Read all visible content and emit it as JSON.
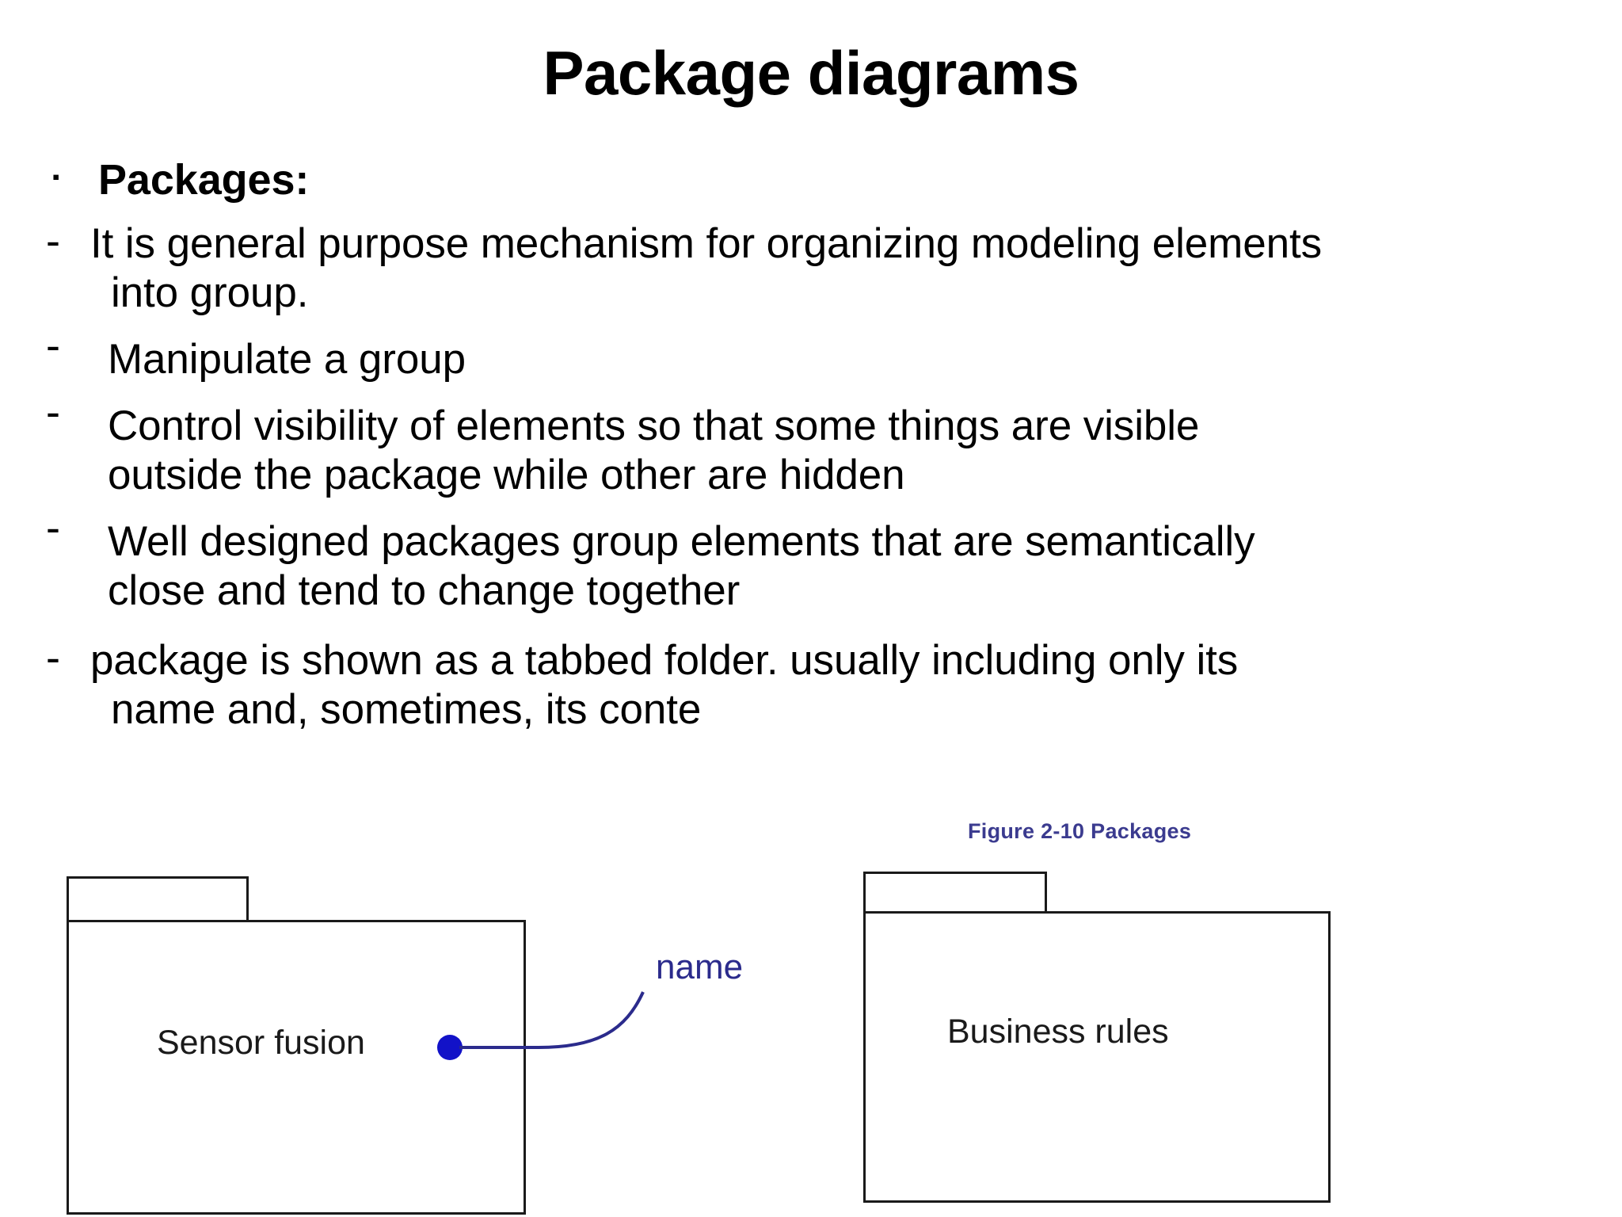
{
  "slide": {
    "title": "Package diagrams"
  },
  "bullets": [
    {
      "marker": "▪",
      "text": "Packages:",
      "bold": true
    },
    {
      "marker": "-",
      "text": "It is general purpose mechanism for organizing modeling elements into group.",
      "bold": false
    },
    {
      "marker": "-",
      "text": "Manipulate a group",
      "bold": false
    },
    {
      "marker": "-",
      "text": "Control visibility of elements so that some things are visible outside  the package while other are hidden",
      "bold": false
    },
    {
      "marker": "-",
      "text": "Well designed packages group elements that are semantically close and tend to  change together",
      "bold": false
    },
    {
      "marker": "-",
      "text": "package is shown as a tabbed folder. usually including only its name and, sometimes, its conte",
      "bold": false
    }
  ],
  "bullet_lines": {
    "packages": "Packages:",
    "general_l1": "It is general purpose mechanism for organizing modeling elements",
    "general_l2": "into group.",
    "manipulate": "Manipulate a group",
    "control_l1": "Control visibility of elements so that some things are visible",
    "control_l2": "outside  the package while other are hidden",
    "welldesign_l1": "Well designed packages group elements that are semantically",
    "welldesign_l2": "close and tend to  change together",
    "tabbed_l1": "package is shown as a tabbed folder. usually including only its",
    "tabbed_l2": "name and, sometimes, its conte"
  },
  "markers": {
    "square": "▪",
    "dash": "-"
  },
  "figure": {
    "caption": "Figure 2-10 Packages",
    "caption_color": "#3b3b8f",
    "packages": [
      {
        "name": "Sensor fusion"
      },
      {
        "name": "Business rules"
      }
    ],
    "callout": {
      "label": "name",
      "color": "#2b2b8c"
    }
  },
  "colors": {
    "text": "#000000",
    "outline": "#1a1a1a",
    "accent_blue": "#2b2b8c",
    "caption_blue": "#3b3b8f",
    "background": "#ffffff"
  }
}
